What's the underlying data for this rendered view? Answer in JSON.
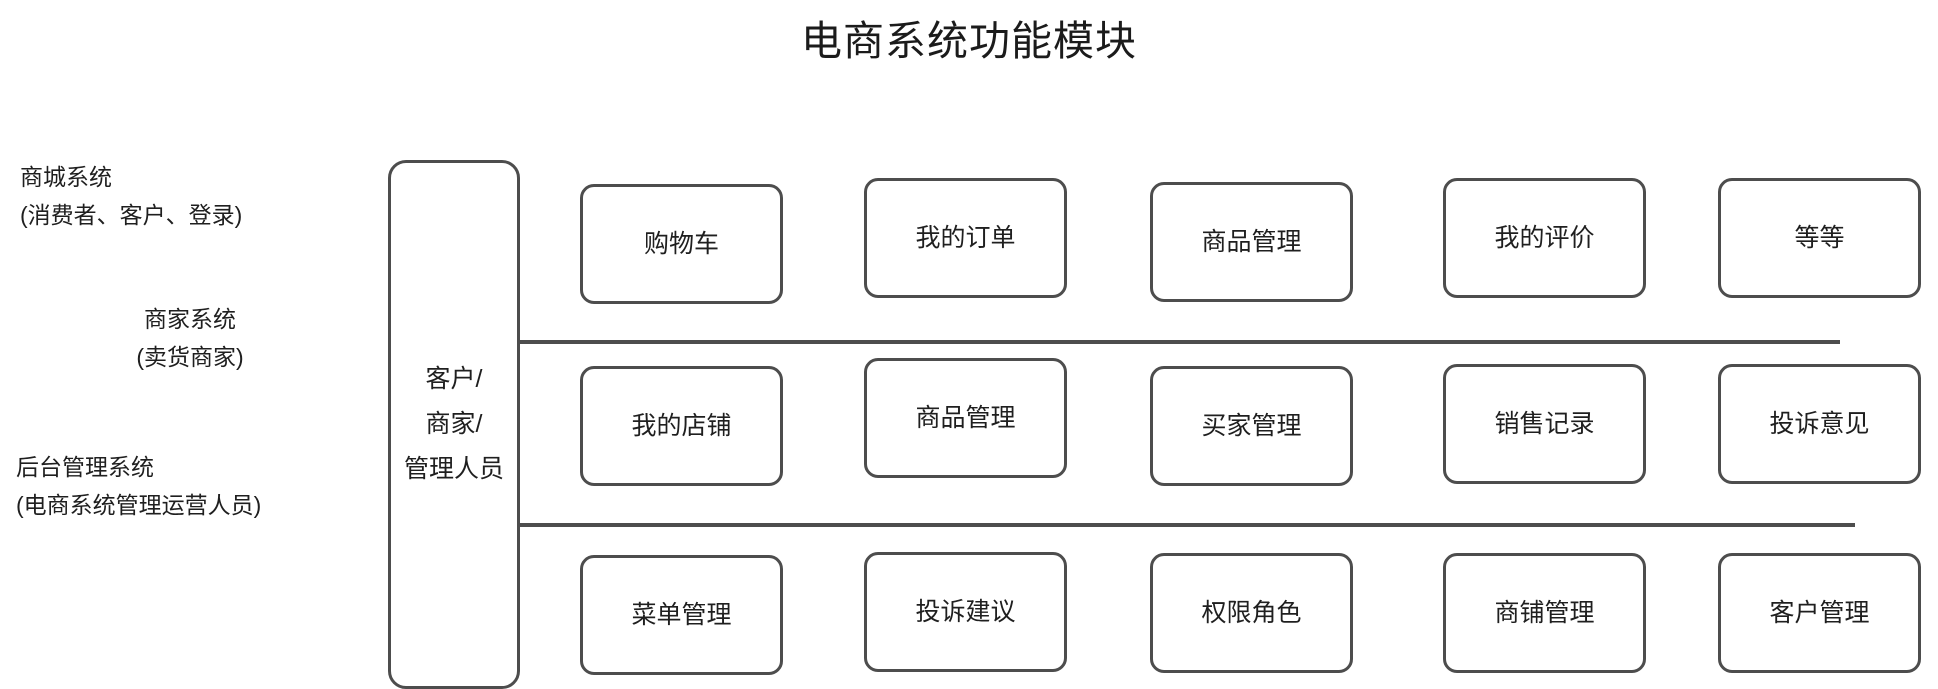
{
  "title": "电商系统功能模块",
  "hub": {
    "lines": [
      "客户/",
      "商家/",
      "管理人员"
    ]
  },
  "groups": [
    {
      "name": "商城系统",
      "detail": "(消费者、客户、登录)"
    },
    {
      "name": "商家系统",
      "detail": "(卖货商家)"
    },
    {
      "name": "后台管理系统",
      "detail": "(电商系统管理运营人员)"
    }
  ],
  "rows": [
    {
      "group": "商城系统",
      "modules": [
        "购物车",
        "我的订单",
        "商品管理",
        "我的评价",
        "等等"
      ]
    },
    {
      "group": "商家系统",
      "modules": [
        "我的店铺",
        "商品管理",
        "买家管理",
        "销售记录",
        "投诉意见"
      ]
    },
    {
      "group": "后台管理系统",
      "modules": [
        "菜单管理",
        "投诉建议",
        "权限角色",
        "商铺管理",
        "客户管理"
      ]
    }
  ],
  "colors": {
    "background": "#ffffff",
    "stroke": "#4d4d4d",
    "text": "#1f1f1f"
  }
}
